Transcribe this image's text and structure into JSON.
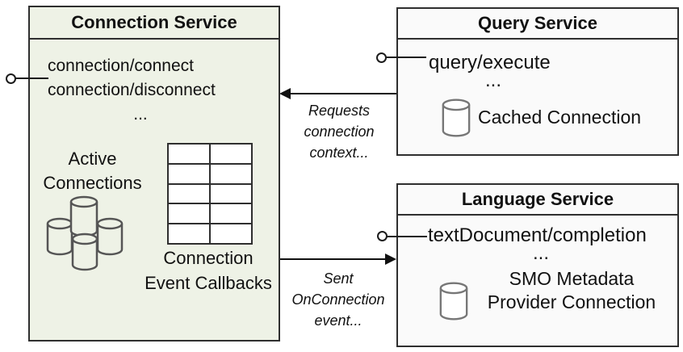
{
  "connection_service": {
    "title": "Connection Service",
    "method_1": "connection/connect",
    "method_2": "connection/disconnect",
    "more": "...",
    "active_connections_label": "Active Connections",
    "callbacks_label": "Connection Event Callbacks"
  },
  "query_service": {
    "title": "Query Service",
    "method_1": "query/execute",
    "more": "...",
    "connection_label": "Cached Connection"
  },
  "language_service": {
    "title": "Language Service",
    "method_1": "textDocument/completion",
    "more": "...",
    "connection_label": "SMO Metadata Provider Connection"
  },
  "arrows": {
    "request_label": "Requests connection context...",
    "event_label": "Sent OnConnection event..."
  },
  "icons": {
    "database_cluster": "database-cluster-icon",
    "database": "database-icon",
    "interface_connector": "lollipop-interface-icon"
  },
  "colors": {
    "connection_box_fill": "#eef2e6",
    "service_box_fill": "#fafafa",
    "box_border": "#2f2f2f",
    "cluster_cylinder_stroke": "#555555",
    "single_cylinder_stroke": "#777777",
    "text": "#111111"
  }
}
